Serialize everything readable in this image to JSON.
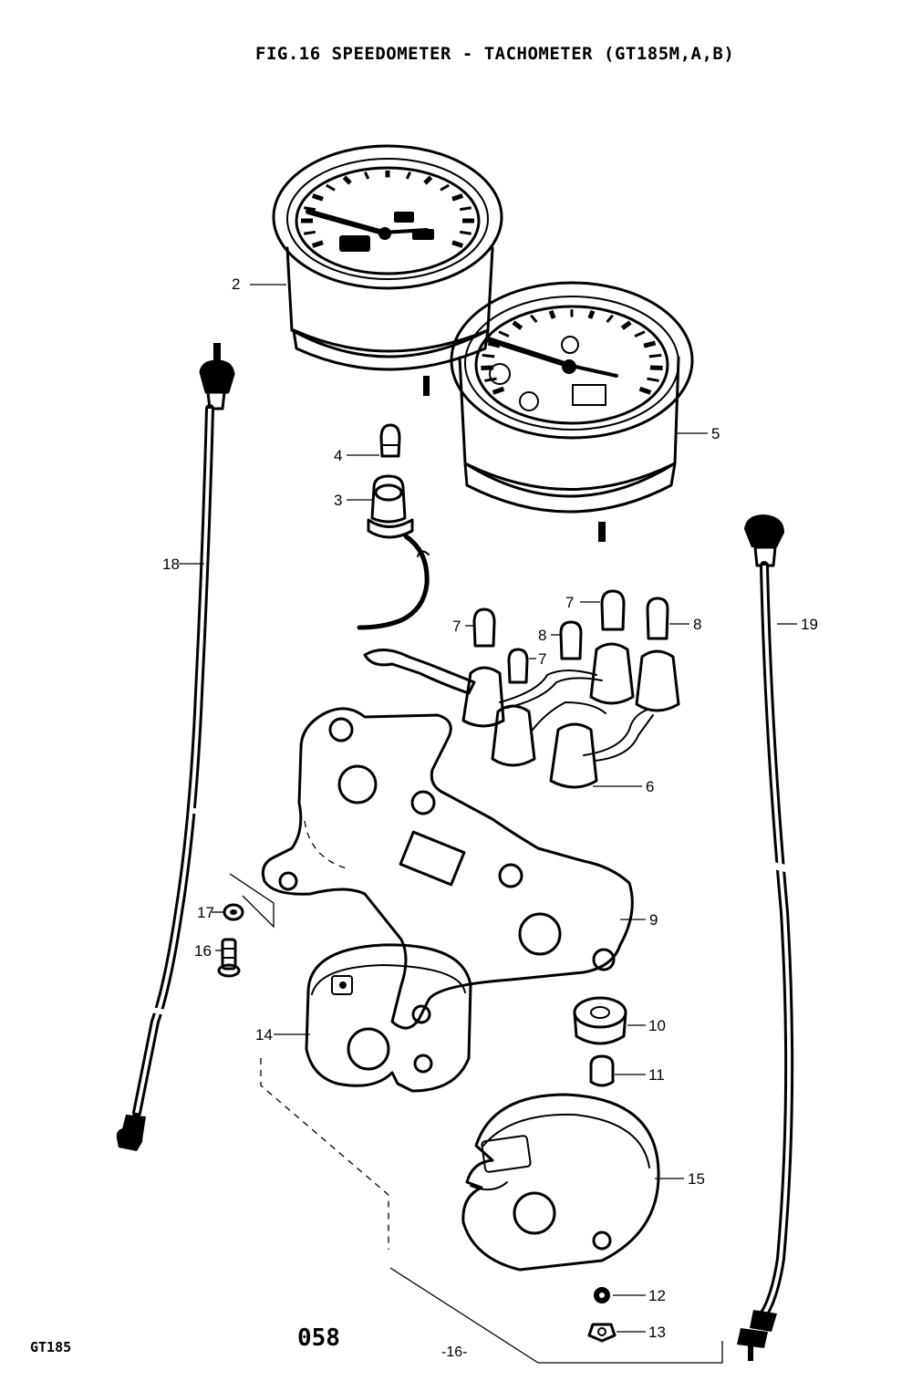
{
  "figure": {
    "title": "FIG.16 SPEEDOMETER - TACHOMETER (GT185M,A,B)"
  },
  "callouts": [
    {
      "id": "2",
      "label": "2"
    },
    {
      "id": "3",
      "label": "3"
    },
    {
      "id": "4",
      "label": "4"
    },
    {
      "id": "5",
      "label": "5"
    },
    {
      "id": "6",
      "label": "6"
    },
    {
      "id": "7a",
      "label": "7"
    },
    {
      "id": "7b",
      "label": "7"
    },
    {
      "id": "7c",
      "label": "7"
    },
    {
      "id": "8a",
      "label": "8"
    },
    {
      "id": "8b",
      "label": "8"
    },
    {
      "id": "9",
      "label": "9"
    },
    {
      "id": "10",
      "label": "10"
    },
    {
      "id": "11",
      "label": "11"
    },
    {
      "id": "12",
      "label": "12"
    },
    {
      "id": "13",
      "label": "13"
    },
    {
      "id": "14",
      "label": "14"
    },
    {
      "id": "15",
      "label": "15"
    },
    {
      "id": "16",
      "label": "16"
    },
    {
      "id": "17",
      "label": "17"
    },
    {
      "id": "18",
      "label": "18"
    },
    {
      "id": "19",
      "label": "19"
    }
  ],
  "footer": {
    "model": "GT185",
    "code": "058",
    "page": "-16-"
  }
}
